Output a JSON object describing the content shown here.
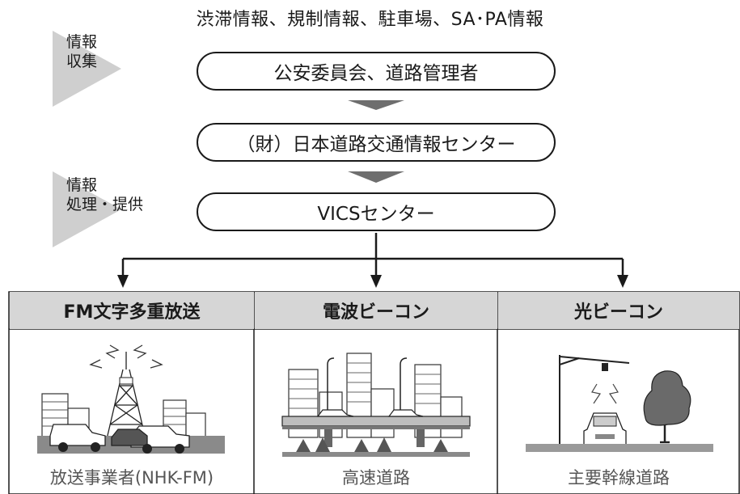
{
  "header": {
    "title": "渋滞情報、規制情報、駐車場、SA･PA情報"
  },
  "phases": [
    {
      "line1": "情報",
      "line2": "収集"
    },
    {
      "line1": "情報",
      "line2": "処理・提供"
    }
  ],
  "flow": {
    "step1": "公安委員会、道路管理者",
    "step2": "（財）日本道路交通情報センター",
    "step3": "VICSセンター"
  },
  "media": [
    {
      "title": "FM文字多重放送",
      "caption": "放送事業者(NHK-FM)"
    },
    {
      "title": "電波ビーコン",
      "caption": "高速道路"
    },
    {
      "title": "光ビーコン",
      "caption": "主要幹線道路"
    }
  ]
}
